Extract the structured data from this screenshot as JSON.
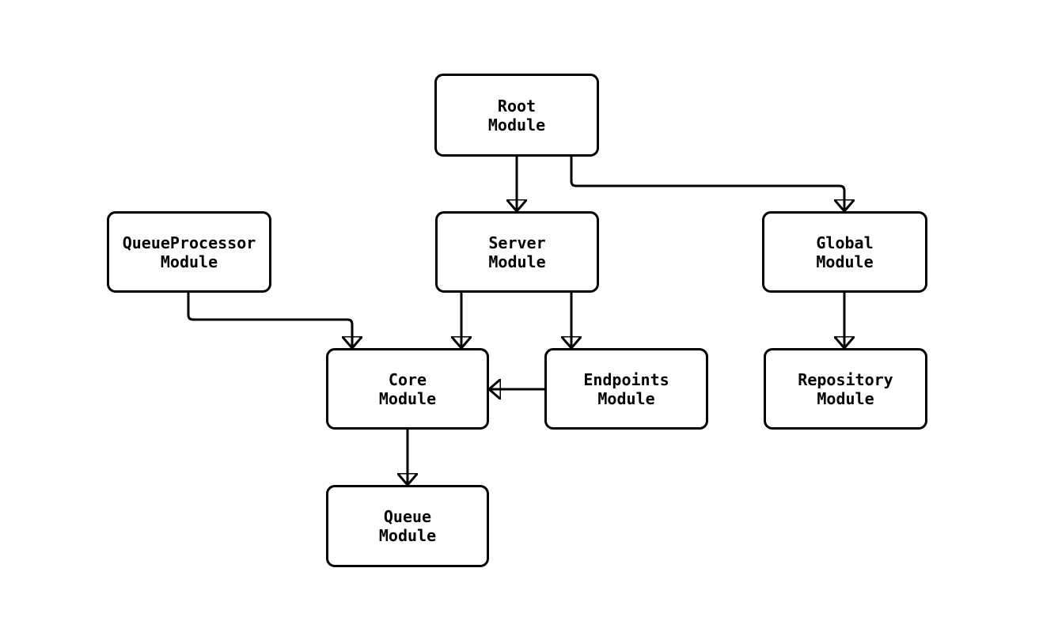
{
  "diagram": {
    "background_color": "#ffffff",
    "line_color": "#000000",
    "node_fill_color": "#ffffff",
    "node_border_color": "#000000",
    "nodes": {
      "root": {
        "label": "Root\nModule"
      },
      "qproc": {
        "label": "QueueProcessor\nModule"
      },
      "server": {
        "label": "Server\nModule"
      },
      "global": {
        "label": "Global\nModule"
      },
      "core": {
        "label": "Core\nModule"
      },
      "endpoints": {
        "label": "Endpoints\nModule"
      },
      "repository": {
        "label": "Repository\nModule"
      },
      "queue": {
        "label": "Queue\nModule"
      }
    },
    "edges": [
      {
        "from": "Root Module",
        "to": "Server Module"
      },
      {
        "from": "Root Module",
        "to": "Global Module"
      },
      {
        "from": "QueueProcessor Module",
        "to": "Core Module"
      },
      {
        "from": "Server Module",
        "to": "Core Module"
      },
      {
        "from": "Server Module",
        "to": "Endpoints Module"
      },
      {
        "from": "Endpoints Module",
        "to": "Core Module"
      },
      {
        "from": "Global Module",
        "to": "Repository Module"
      },
      {
        "from": "Core Module",
        "to": "Queue Module"
      }
    ]
  }
}
